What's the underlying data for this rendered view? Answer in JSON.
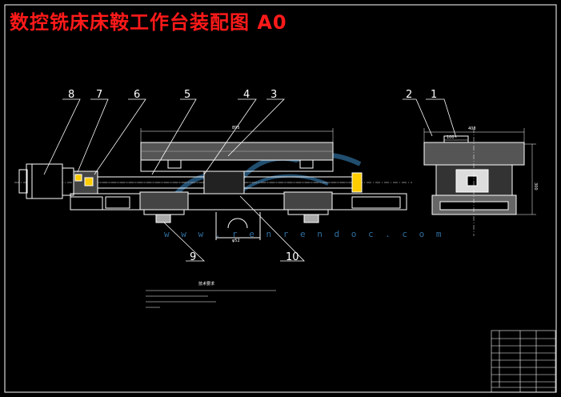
{
  "title": "数控铣床床鞍工作台装配图 A0",
  "callouts": [
    "1",
    "2",
    "3",
    "4",
    "5",
    "6",
    "7",
    "8",
    "9",
    "10"
  ],
  "dimensions": {
    "overall_length": "895",
    "side_width": "408",
    "side_height": "300",
    "top_small": "100",
    "bottom_center": "φ52"
  },
  "notes_heading": "技术要求",
  "watermark": "w w w . r e n r e n d o c . c o m",
  "colors": {
    "title": "#ff1a1a",
    "lines": "#ffffff",
    "watermark": "#2f6f9f"
  }
}
